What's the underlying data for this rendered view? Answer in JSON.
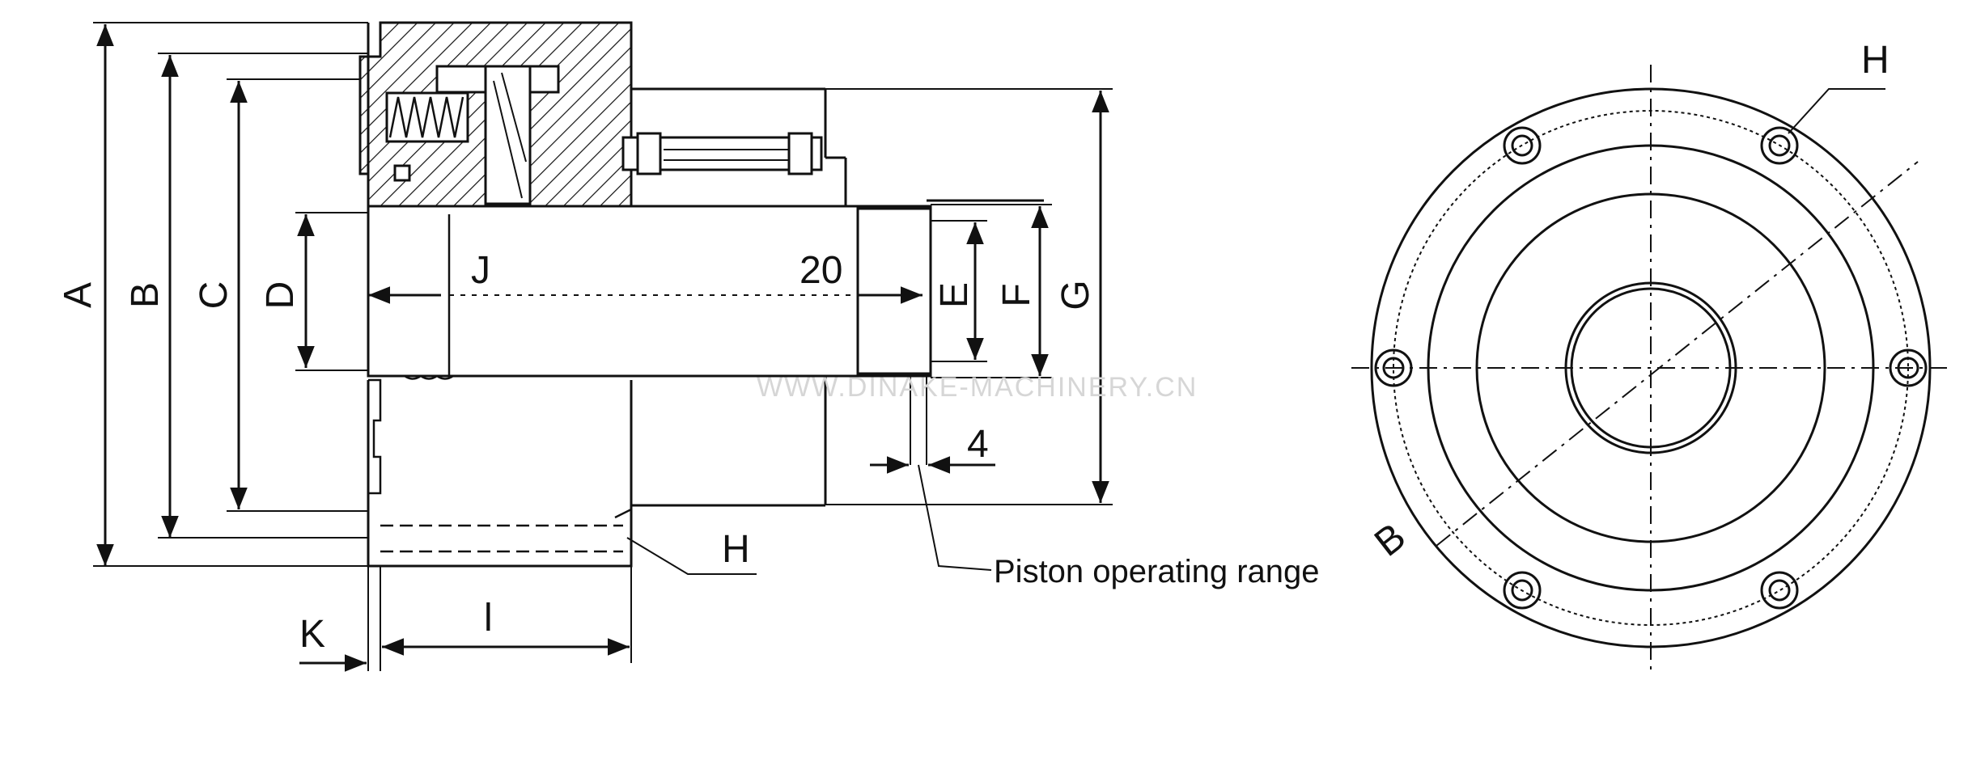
{
  "side_view": {
    "dimension_labels": {
      "A": "A",
      "B": "B",
      "C": "C",
      "D": "D",
      "E": "E",
      "F": "F",
      "G": "G",
      "J": "J",
      "K": "K",
      "H": "H",
      "length": "l"
    },
    "dimension_values": {
      "bore_depth": "20",
      "piston_gap": "4"
    },
    "note": "Piston operating range"
  },
  "front_view": {
    "labels": {
      "H": "H",
      "B": "B"
    },
    "bolt_hole_count": 6
  },
  "watermark": "WWW.DINAKE-MACHINERY.CN"
}
